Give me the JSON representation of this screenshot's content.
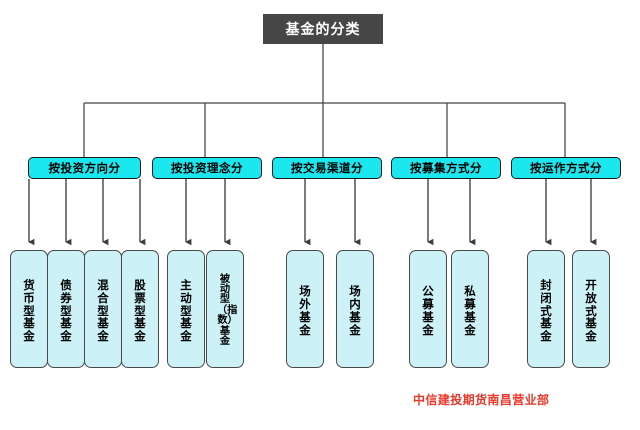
{
  "diagram": {
    "type": "org-tree",
    "title": "基金的分类",
    "colors": {
      "root_fill": "#464646",
      "root_text": "#FFFFFF",
      "category_fill": "#1BE7EE",
      "leaf_fill": "#CCF2F7",
      "border": "#1A1A1A",
      "connector": "#444444",
      "footer_text": "#E8392B",
      "background": "#FFFFFF"
    },
    "categories": [
      {
        "label": "按投资方向分",
        "children": [
          "货币型基金",
          "债券型基金",
          "混合型基金",
          "股票型基金"
        ]
      },
      {
        "label": "按投资理念分",
        "children": [
          "主动型基金",
          "被动型（指数）基金"
        ]
      },
      {
        "label": "按交易渠道分",
        "children": [
          "场外基金",
          "场内基金"
        ]
      },
      {
        "label": "按募集方式分",
        "children": [
          "公募基金",
          "私募基金"
        ]
      },
      {
        "label": "按运作方式分",
        "children": [
          "封闭式基金",
          "开放式基金"
        ]
      }
    ],
    "footer": "中信建投期货南昌营业部"
  }
}
